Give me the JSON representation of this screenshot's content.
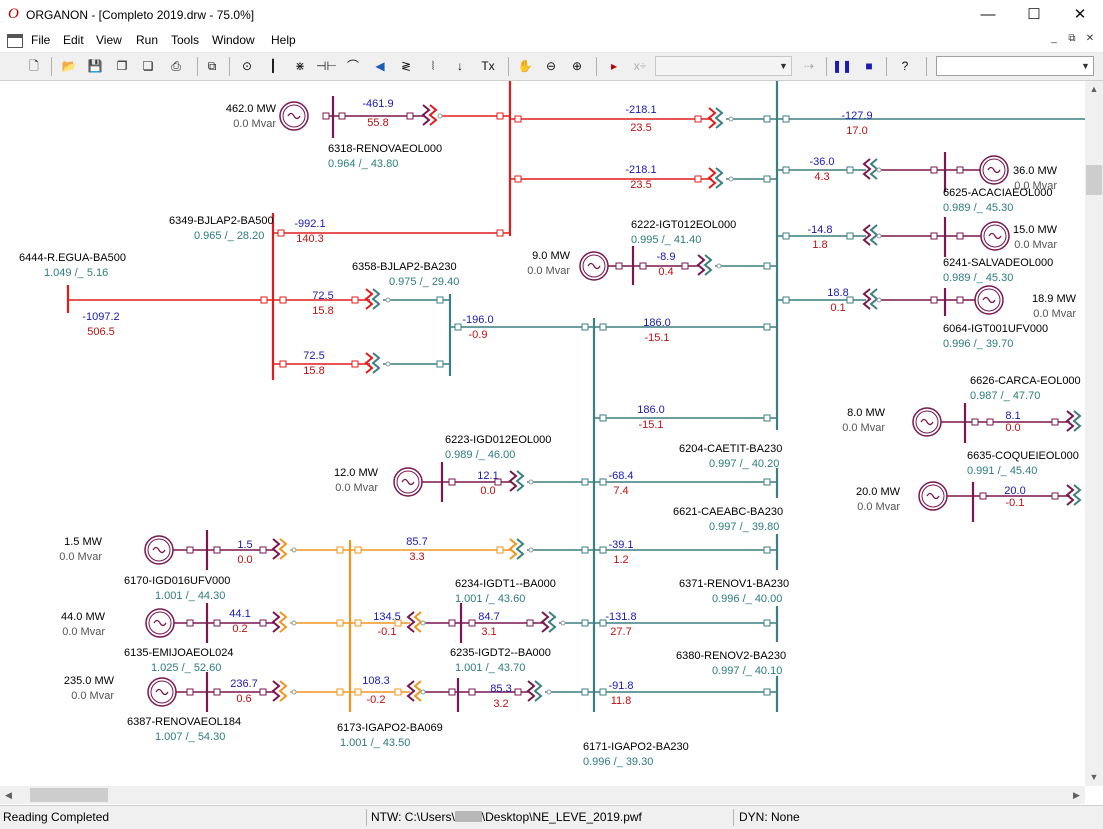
{
  "window": {
    "app_logo": "O",
    "title": "ORGANON - [Completo 2019.drw - 75.0%]",
    "minimize": "—",
    "maximize": "☐",
    "close": "✕"
  },
  "menu": {
    "items": [
      "File",
      "Edit",
      "View",
      "Run",
      "Tools",
      "Window",
      "Help"
    ],
    "mdi_min": "_",
    "mdi_restore": "⧉",
    "mdi_close": "✕"
  },
  "toolbar": {
    "buttons": [
      {
        "name": "new-icon",
        "glyph": "🗋"
      },
      {
        "name": "open-icon",
        "glyph": "📂"
      },
      {
        "name": "save-icon",
        "glyph": "💾"
      },
      {
        "name": "save-all-icon",
        "glyph": "❐"
      },
      {
        "name": "save-as-icon",
        "glyph": "❏"
      },
      {
        "name": "print-icon",
        "glyph": "⎙"
      },
      {
        "name": "copy-icon",
        "glyph": "⧉"
      },
      {
        "name": "generator-tool-icon",
        "glyph": "⊙"
      },
      {
        "name": "bus-tool-icon",
        "glyph": "┃"
      },
      {
        "name": "load-tool-icon",
        "glyph": "⋇"
      },
      {
        "name": "capacitor-tool-icon",
        "glyph": "⊣⊢"
      },
      {
        "name": "line-tool-icon",
        "glyph": "⌒"
      },
      {
        "name": "series-element-icon",
        "glyph": "◀"
      },
      {
        "name": "transformer-tool-icon",
        "glyph": "≷"
      },
      {
        "name": "shunt-tool-icon",
        "glyph": "⦚"
      },
      {
        "name": "arrow-down-icon",
        "glyph": "↓"
      },
      {
        "name": "text-tool-icon",
        "glyph": "Tx"
      },
      {
        "name": "pan-hand-icon",
        "glyph": "✋"
      },
      {
        "name": "zoom-out-icon",
        "glyph": "⊖"
      },
      {
        "name": "zoom-in-icon",
        "glyph": "⊕"
      },
      {
        "name": "run-flow-icon",
        "glyph": "▸"
      },
      {
        "name": "run-disabled-icon",
        "glyph": "x÷"
      },
      {
        "name": "chart-disabled-icon",
        "glyph": "⇢"
      },
      {
        "name": "pause-icon",
        "glyph": "❚❚"
      },
      {
        "name": "stop-icon",
        "glyph": "■"
      },
      {
        "name": "help-icon",
        "glyph": "?"
      }
    ],
    "combo_left_value": "",
    "combo_right_value": ""
  },
  "colors": {
    "bus_230": "#3c7f82",
    "bus_500": "#e21b1b",
    "bus_069": "#f0961e",
    "bus_gen": "#7a1750",
    "node": "#8f9b9b"
  },
  "diagram": {
    "buses": {
      "b6444": {
        "name": "6444-R.EGUA-BA500",
        "voltage": "1.049 /_ 5.16"
      },
      "b6349": {
        "name": "6349-BJLAP2-BA500",
        "voltage": "0.965 /_ 28.20"
      },
      "b6318": {
        "name": "6318-RENOVAEOL000",
        "voltage": "0.964 /_ 43.80"
      },
      "b6358": {
        "name": "6358-BJLAP2-BA230",
        "voltage": "0.975 /_ 29.40"
      },
      "b6222": {
        "name": "6222-IGT012EOL000",
        "voltage": "0.995 /_ 41.40"
      },
      "b6625": {
        "name": "6625-ACACIAEOL000",
        "voltage": "0.989 /_ 45.30"
      },
      "b6241": {
        "name": "6241-SALVADEOL000",
        "voltage": "0.989 /_ 45.30"
      },
      "b6064": {
        "name": "6064-IGT001UFV000",
        "voltage": "0.996 /_ 39.70"
      },
      "b6626": {
        "name": "6626-CARCA-EOL000",
        "voltage": "0.987 /_ 47.70"
      },
      "b6635": {
        "name": "6635-COQUEIEOL000",
        "voltage": "0.991 /_ 45.40"
      },
      "b6223": {
        "name": "6223-IGD012EOL000",
        "voltage": "0.989 /_ 46.00"
      },
      "b6204": {
        "name": "6204-CAETIT-BA230",
        "voltage": "0.997 /_ 40.20"
      },
      "b6621": {
        "name": "6621-CAEABC-BA230",
        "voltage": "0.997 /_ 39.80"
      },
      "b6170": {
        "name": "6170-IGD016UFV000",
        "voltage": "1.001 /_ 44.30"
      },
      "b6234": {
        "name": "6234-IGDT1--BA000",
        "voltage": "1.001 /_ 43.60"
      },
      "b6371": {
        "name": "6371-RENOV1-BA230",
        "voltage": "0.996 /_ 40.00"
      },
      "b6135": {
        "name": "6135-EMIJOAEOL024",
        "voltage": "1.025 /_ 52.60"
      },
      "b6235": {
        "name": "6235-IGDT2--BA000",
        "voltage": "1.001 /_ 43.70"
      },
      "b6380": {
        "name": "6380-RENOV2-BA230",
        "voltage": "0.997 /_ 40.10"
      },
      "b6387": {
        "name": "6387-RENOVAEOL184",
        "voltage": "1.007 /_ 54.30"
      },
      "b6173": {
        "name": "6173-IGAPO2-BA069",
        "voltage": "1.001 /_ 43.50"
      },
      "b6171": {
        "name": "6171-IGAPO2-BA230",
        "voltage": "0.996 /_ 39.30"
      }
    },
    "gens": {
      "g6318": {
        "mw": "462.0 MW",
        "mvar": "0.0 Mvar"
      },
      "g6222": {
        "mw": "9.0 MW",
        "mvar": "0.0 Mvar"
      },
      "g6625": {
        "mw": "36.0 MW",
        "mvar": "0.0 Mvar"
      },
      "g6241": {
        "mw": "15.0 MW",
        "mvar": "0.0 Mvar"
      },
      "g6064": {
        "mw": "18.9 MW",
        "mvar": "0.0 Mvar"
      },
      "g6626": {
        "mw": "8.0 MW",
        "mvar": "0.0 Mvar"
      },
      "g6635": {
        "mw": "20.0 MW",
        "mvar": "0.0 Mvar"
      },
      "g6223": {
        "mw": "12.0 MW",
        "mvar": "0.0 Mvar"
      },
      "g6170": {
        "mw": "1.5 MW",
        "mvar": "0.0 Mvar"
      },
      "g6135": {
        "mw": "44.0 MW",
        "mvar": "0.0 Mvar"
      },
      "g6387": {
        "mw": "235.0 MW",
        "mvar": "0.0 Mvar"
      }
    },
    "flows": {
      "f1": {
        "mw": "-461.9",
        "mvar": "55.8"
      },
      "f2": {
        "mw": "-218.1",
        "mvar": "23.5"
      },
      "f3": {
        "mw": "-127.9",
        "mvar": "17.0"
      },
      "f4": {
        "mw": "-218.1",
        "mvar": "23.5"
      },
      "f5": {
        "mw": "-36.0",
        "mvar": "4.3"
      },
      "f6": {
        "mw": "-992.1",
        "mvar": "140.3"
      },
      "f7": {
        "mw": "-8.9",
        "mvar": "0.4"
      },
      "f8": {
        "mw": "-14.8",
        "mvar": "1.8"
      },
      "f9": {
        "mw": "-1097.2",
        "mvar": "506.5"
      },
      "f10": {
        "mw": "72.5",
        "mvar": "15.8"
      },
      "f11": {
        "mw": "-196.0",
        "mvar": "-0.9"
      },
      "f12": {
        "mw": "186.0",
        "mvar": "-15.1"
      },
      "f13": {
        "mw": "18.8",
        "mvar": "0.1"
      },
      "f14": {
        "mw": "72.5",
        "mvar": "15.8"
      },
      "f15": {
        "mw": "186.0",
        "mvar": "-15.1"
      },
      "f16": {
        "mw": "8.1",
        "mvar": "0.0"
      },
      "f17": {
        "mw": "12.1",
        "mvar": "0.0"
      },
      "f18": {
        "mw": "-68.4",
        "mvar": "7.4"
      },
      "f19": {
        "mw": "20.0",
        "mvar": "-0.1"
      },
      "f20": {
        "mw": "1.5",
        "mvar": "0.0"
      },
      "f21": {
        "mw": "85.7",
        "mvar": "3.3"
      },
      "f22": {
        "mw": "-39.1",
        "mvar": "1.2"
      },
      "f23": {
        "mw": "44.1",
        "mvar": "0.2"
      },
      "f24": {
        "mw": "134.5",
        "mvar": "-0.1"
      },
      "f25": {
        "mw": "84.7",
        "mvar": "3.1"
      },
      "f26": {
        "mw": "-131.8",
        "mvar": "27.7"
      },
      "f27": {
        "mw": "236.7",
        "mvar": "0.6"
      },
      "f28": {
        "mw": "108.3",
        "mvar": "-0.2"
      },
      "f29": {
        "mw": "85.3",
        "mvar": "3.2"
      },
      "f30": {
        "mw": "-91.8",
        "mvar": "11.8"
      }
    }
  },
  "status": {
    "state": "Reading Completed",
    "ntw_prefix": "NTW: C:\\Users\\",
    "ntw_suffix": "\\Desktop\\NE_LEVE_2019.pwf",
    "dyn": "DYN: None"
  },
  "scroll": {
    "up": "▲",
    "down": "▼",
    "left": "◀",
    "right": "▶"
  }
}
